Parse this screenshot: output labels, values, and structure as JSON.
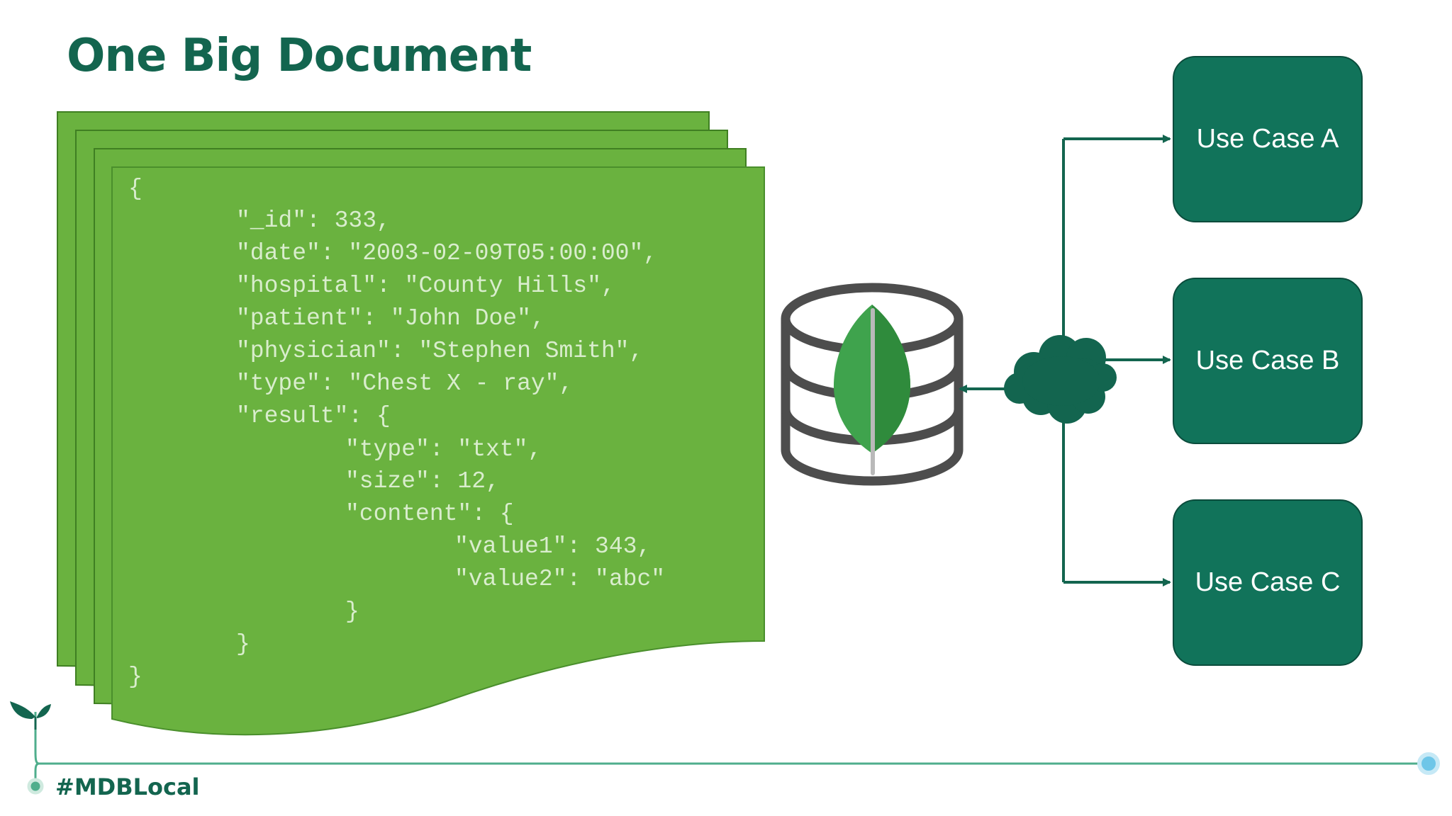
{
  "slide": {
    "title": "One Big Document",
    "hashtag": "#MDBLocal"
  },
  "document_lines": [
    "{",
    "\"_id\": 333,",
    "\"date\": \"2003-02-09T05:00:00\",",
    "\"hospital\": \"County Hills\",",
    "\"patient\": \"John Doe\",",
    "\"physician\": \"Stephen Smith\",",
    "\"type\": \"Chest X - ray\",",
    "\"result\": {",
    "\"type\": \"txt\",",
    "\"size\": 12,",
    "\"content\": {",
    "\"value1\": 343,",
    "\"value2\": \"abc\"",
    "}",
    "}",
    "}"
  ],
  "use_cases": [
    {
      "label": "Use Case A"
    },
    {
      "label": "Use Case B"
    },
    {
      "label": "Use Case C"
    }
  ],
  "icons": {
    "database": "database-icon",
    "leaf": "mongodb-leaf-icon",
    "cloud": "cloud-icon",
    "sprout": "sprout-icon"
  },
  "colors": {
    "brand_green": "#13654f",
    "document_green": "#6ab23f",
    "usecase_fill": "#11735a",
    "connector": "#13654f",
    "timeline": "#4fae8c"
  }
}
